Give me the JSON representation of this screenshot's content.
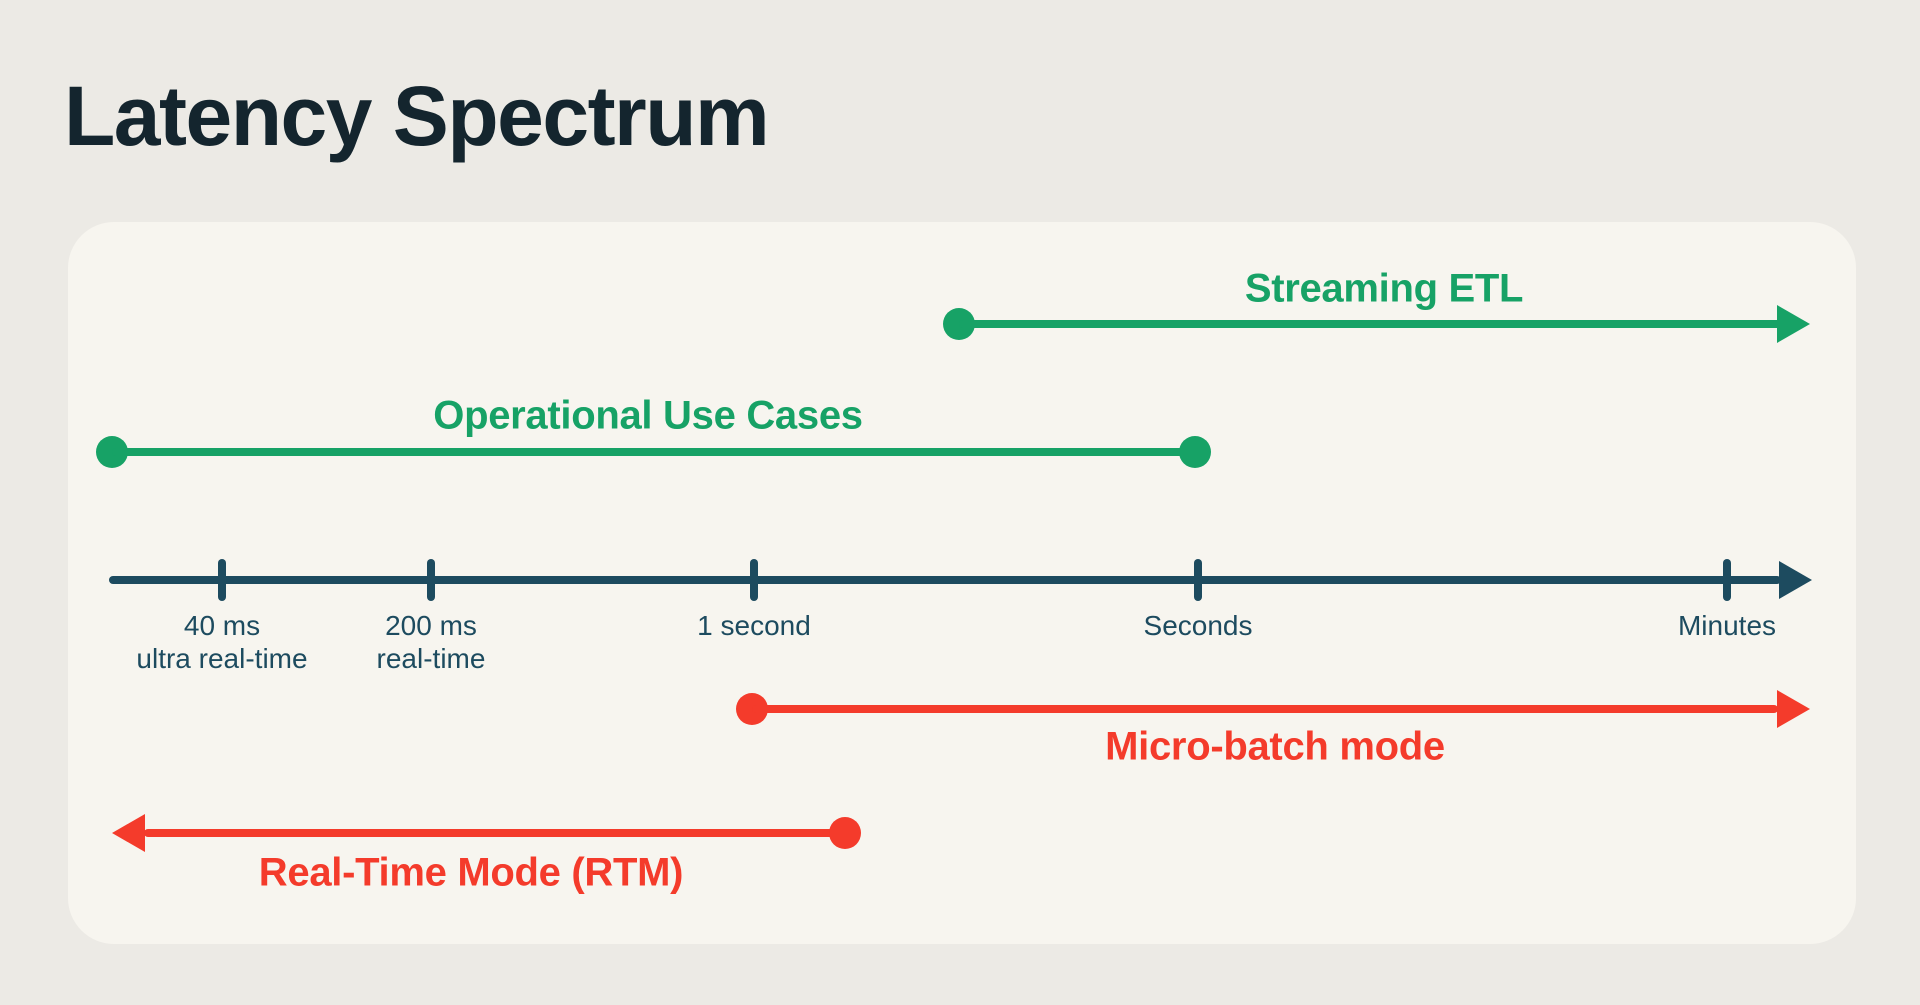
{
  "page": {
    "title": "Latency Spectrum"
  },
  "colors": {
    "page_bg": "#ECEAE5",
    "card_bg": "#F7F5EF",
    "ink": "#14252E",
    "navy": "#1D4B5F",
    "green": "#17A266",
    "red": "#F43B2B"
  },
  "diagram": {
    "streaming_etl": {
      "label": "Streaming ETL",
      "color": "#17A266",
      "start": "Seconds-ish (between 1 second and Seconds)",
      "end": "beyond Minutes"
    },
    "operational_use_cases": {
      "label": "Operational Use Cases",
      "color": "#17A266",
      "start": "ultra real-time",
      "end": "Seconds"
    },
    "micro_batch": {
      "label": "Micro-batch mode",
      "color": "#F43B2B",
      "start": "1 second",
      "end": "beyond Minutes"
    },
    "real_time_mode": {
      "label": "Real-Time Mode (RTM)",
      "color": "#F43B2B",
      "start": "just after 1 second",
      "end": "left of 40 ms"
    },
    "axis": {
      "color": "#1D4B5F",
      "ticks": [
        {
          "line1": "40 ms",
          "line2": "ultra real-time"
        },
        {
          "line1": "200 ms",
          "line2": "real-time"
        },
        {
          "line1": "1 second",
          "line2": ""
        },
        {
          "line1": "Seconds",
          "line2": ""
        },
        {
          "line1": "Minutes",
          "line2": ""
        }
      ]
    }
  }
}
